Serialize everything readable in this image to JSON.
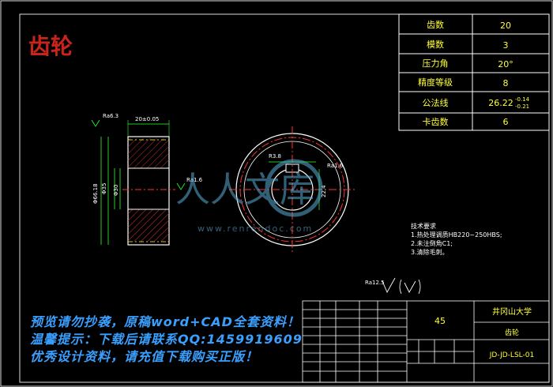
{
  "title": "齿轮",
  "params": [
    {
      "label": "齿数",
      "value": "20"
    },
    {
      "label": "模数",
      "value": "3"
    },
    {
      "label": "压力角",
      "value": "20°"
    },
    {
      "label": "精度等级",
      "value": "8"
    },
    {
      "label": "公法线",
      "value": "26.22",
      "tol_upper": "-0.14",
      "tol_lower": "-0.21"
    },
    {
      "label": "卡齿数",
      "value": "6"
    }
  ],
  "dims": {
    "width": "20±0.05",
    "finish_left": "Ra6.3",
    "outer_dia": "Φ66.18",
    "bore_dia": "Φ35",
    "hub_dia": "Φ30",
    "finish_side": "Ra1.6",
    "key_width": "R3.8",
    "key_depth": "22.4",
    "finish_right": "Ra1.6"
  },
  "tech_req": {
    "heading": "技术要求",
    "items": [
      "1.热处理调质HB220~250HBS;",
      "2.未注倒角C1;",
      "3.清除毛刺。"
    ]
  },
  "roughness_general": "Ra12.5",
  "title_block": {
    "school": "井冈山大学",
    "material": "45",
    "part": "齿轮",
    "drawing_no": "JD-JD-LSL-01"
  },
  "watermark": {
    "text_big": "人人文库",
    "url": "www.renrendoc.com"
  },
  "overlay": {
    "line1": "预览请勿抄袭，原稿word+CAD全套资料！",
    "line2": "温馨提示：下载后请联系QQ:1459919609",
    "line3": "优秀设计资料，请充值下载购买正版！"
  }
}
